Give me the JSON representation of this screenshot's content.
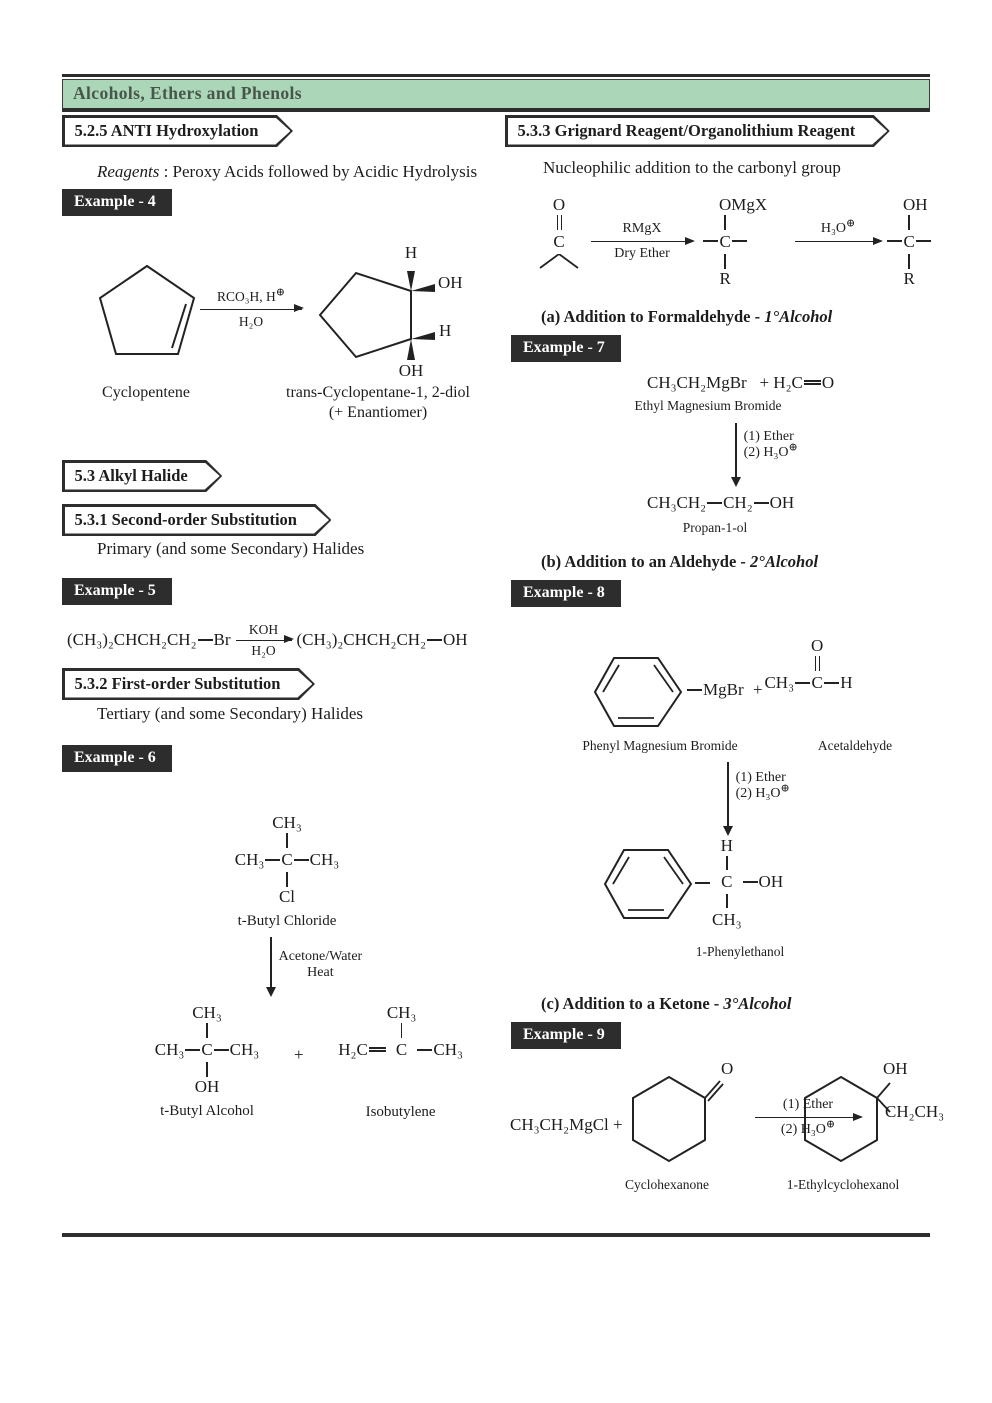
{
  "theme": {
    "banner_bg": "#abd7b8",
    "banner_fg": "#47564b",
    "ink": "#1d1d1d",
    "badge_bg": "#2d2d2d"
  },
  "banner": {
    "title": "Alcohols, Ethers and Phenols"
  },
  "sections": {
    "s525": "5.2.5  ANTI Hydroxylation",
    "s53": "5.3  Alkyl Halide",
    "s531": "5.3.1  Second-order Substitution",
    "s532": "5.3.2  First-order Substitution",
    "s533": "5.3.3  Grignard Reagent/Organolithium Reagent"
  },
  "left": {
    "reagents_em": "Reagents",
    "reagents_text": " : Peroxy Acids followed by Acidic Hydrolysis",
    "sub531": "Primary (and some Secondary) Halides",
    "sub532": "Tertiary (and some Secondary) Halides",
    "ex4": {
      "badge": "Example - 4",
      "arrow_top": [
        {
          "v": "RCO₃H, H"
        },
        {
          "t": "s",
          "v": "⊕"
        }
      ],
      "arrow_bot": [
        {
          "v": "H₂O"
        }
      ],
      "h_top": "H",
      "oh_right": "OH",
      "h_right": "H",
      "oh_bot": "OH",
      "name_reactant": "Cyclopentene",
      "name_product1": "trans-Cyclopentane-1, 2-diol",
      "name_product2": "(+ Enantiomer)"
    },
    "ex5": {
      "badge": "Example - 5",
      "lhs": [
        {
          "v": "(CH₃)₂CHCH₂CH₂"
        },
        {
          "t": "b"
        },
        {
          "v": "Br"
        }
      ],
      "arr_top": [
        {
          "v": "KOH"
        }
      ],
      "arr_bot": [
        {
          "v": "H₂O"
        }
      ],
      "rhs": [
        {
          "v": "(CH₃)₂CHCH₂CH₂"
        },
        {
          "t": "b"
        },
        {
          "v": "OH"
        }
      ]
    },
    "ex6": {
      "badge": "Example - 6",
      "tbc": {
        "top": "CH₃",
        "mid": [
          {
            "v": "CH₃"
          },
          {
            "t": "b"
          },
          {
            "v": "C"
          },
          {
            "t": "b"
          },
          {
            "v": "CH₃"
          }
        ],
        "bot": "Cl",
        "name": "t-Butyl Chloride"
      },
      "arrow_label1": "Acetone/Water",
      "arrow_label2": "Heat",
      "tba": {
        "top": "CH₃",
        "mid": [
          {
            "v": "CH₃"
          },
          {
            "t": "b"
          },
          {
            "v": "C"
          },
          {
            "t": "b"
          },
          {
            "v": "CH₃"
          }
        ],
        "bot": "OH",
        "name": "t-Butyl Alcohol"
      },
      "plus": "+",
      "iso": {
        "top": "CH₃",
        "left": [
          {
            "v": "H₂C"
          },
          {
            "t": "d"
          }
        ],
        "center": "C",
        "right": [
          {
            "t": "b"
          },
          {
            "v": "CH₃"
          }
        ],
        "name": "Isobutylene"
      }
    }
  },
  "right": {
    "sub533": "Nucleophilic addition to the carbonyl group",
    "gen": {
      "o": "O",
      "c": "C",
      "arr1_top": [
        {
          "v": "RMgX"
        }
      ],
      "arr1_bot": [
        {
          "v": "Dry Ether"
        }
      ],
      "arr2_top": [
        {
          "v": "H₃O"
        },
        {
          "t": "s",
          "v": "⊕"
        }
      ],
      "m1": {
        "top_o": "O",
        "top_r": "MgX",
        "c": "C",
        "r": "R"
      },
      "m2": {
        "top_o": "O",
        "top_r": "H",
        "c": "C",
        "r": "R"
      }
    },
    "ha": {
      "plain": "(a) Addition to Formaldehyde - ",
      "ital": "1°Alcohol"
    },
    "hb": {
      "plain": "(b) Addition to an Aldehyde - ",
      "ital": "2°Alcohol"
    },
    "hc": {
      "plain": "(c) Addition to a Ketone - ",
      "ital": "3°Alcohol"
    },
    "ex7": {
      "badge": "Example - 7",
      "line1": [
        {
          "v": "CH₃CH₂MgBr   + H₂C"
        },
        {
          "t": "d"
        },
        {
          "v": "O"
        }
      ],
      "name1": "Ethyl Magnesium Bromide",
      "cond1": [
        {
          "v": "(1) Ether"
        }
      ],
      "cond2": [
        {
          "v": "(2) H₃O"
        },
        {
          "t": "s",
          "v": "⊕"
        }
      ],
      "product": [
        {
          "v": "CH₃CH₂"
        },
        {
          "t": "b"
        },
        {
          "v": "CH₂"
        },
        {
          "t": "b"
        },
        {
          "v": "OH"
        }
      ],
      "name2": "Propan-1-ol"
    },
    "ex8": {
      "badge": "Example - 8",
      "mgbr": [
        {
          "t": "b"
        },
        {
          "v": "MgBr"
        }
      ],
      "plus": "+",
      "ald": {
        "top": "O",
        "left": [
          {
            "v": "CH₃"
          },
          {
            "t": "b"
          }
        ],
        "c": "C",
        "right": [
          {
            "t": "b"
          },
          {
            "v": "H"
          }
        ]
      },
      "name1": "Phenyl Magnesium Bromide",
      "name2": "Acetaldehyde",
      "cond1": [
        {
          "v": "(1) Ether"
        }
      ],
      "cond2": [
        {
          "v": "(2) H₃O"
        },
        {
          "t": "s",
          "v": "⊕"
        }
      ],
      "prod": {
        "top": "H",
        "c": "C",
        "right": [
          {
            "t": "b"
          },
          {
            "v": "OH"
          }
        ],
        "bot": "CH₃"
      },
      "prod_name": "1-Phenylethanol"
    },
    "ex9": {
      "badge": "Example - 9",
      "grignard": [
        {
          "v": "CH₃CH₂MgCl +"
        }
      ],
      "ket_o": "O",
      "cond1": [
        {
          "v": "(1) Ether"
        }
      ],
      "cond2": [
        {
          "v": "(2) H₃O"
        },
        {
          "t": "s",
          "v": "⊕"
        }
      ],
      "oh": "OH",
      "ethyl": "CH₂CH₃",
      "name1": "Cyclohexanone",
      "name2": "1-Ethylcyclohexanol"
    }
  }
}
